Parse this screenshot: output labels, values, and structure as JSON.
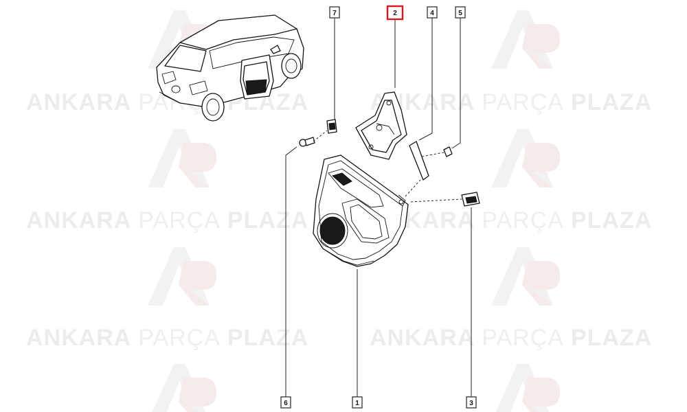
{
  "watermark": {
    "word1": "ANKARA",
    "word2": "PARÇA",
    "word3": "PLAZA",
    "logo": "AP"
  },
  "callouts": [
    {
      "id": "1",
      "label": "1",
      "highlighted": false
    },
    {
      "id": "2",
      "label": "2",
      "highlighted": true
    },
    {
      "id": "3",
      "label": "3",
      "highlighted": false
    },
    {
      "id": "4",
      "label": "4",
      "highlighted": false
    },
    {
      "id": "5",
      "label": "5",
      "highlighted": false
    },
    {
      "id": "6",
      "label": "6",
      "highlighted": false
    },
    {
      "id": "7",
      "label": "7",
      "highlighted": false
    }
  ],
  "colors": {
    "highlight": "#e0141e",
    "line": "#222222",
    "watermark": "#ececec"
  }
}
